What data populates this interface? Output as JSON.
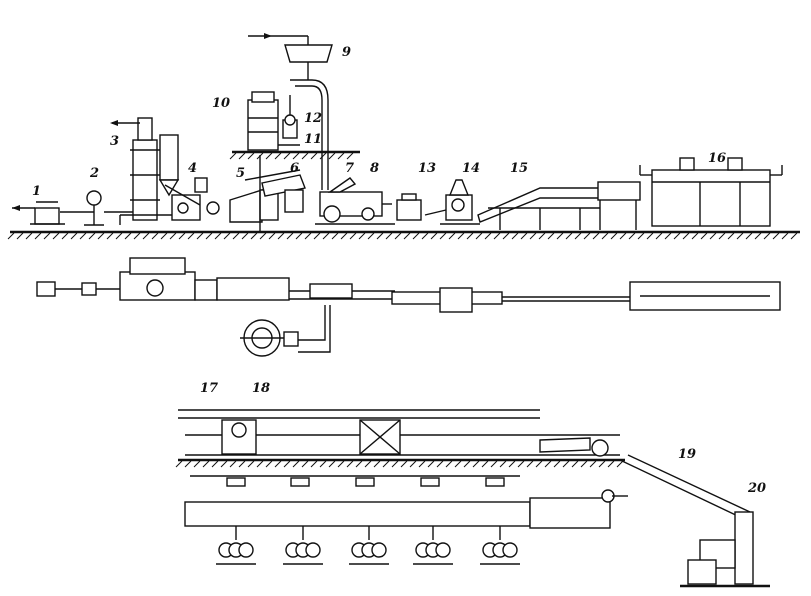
{
  "labels": {
    "l1": "1",
    "l2": "2",
    "l3": "3",
    "l4": "4",
    "l5": "5",
    "l6": "6",
    "l7": "7",
    "l8": "8",
    "l9": "9",
    "l10": "10",
    "l11": "11",
    "l12": "12",
    "l13": "13",
    "l14": "14",
    "l15": "15",
    "l16": "16",
    "l17": "17",
    "l18": "18",
    "l19": "19",
    "l20": "20"
  },
  "colors": {
    "ink": "#111111",
    "paper": "#ffffff"
  }
}
